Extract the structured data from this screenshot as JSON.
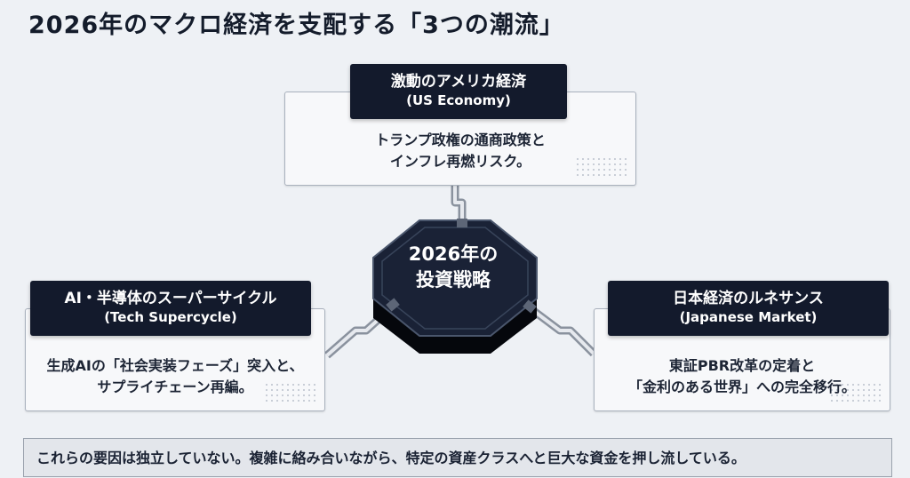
{
  "title": "2026年のマクロ経済を支配する「3つの潮流」",
  "hub": {
    "line1": "2026年の",
    "line2": "投資戦略"
  },
  "nodes": {
    "us": {
      "label_ja": "激動のアメリカ経済",
      "label_en": "(US Economy)",
      "line1": "トランプ政権の通商政策と",
      "line2": "インフレ再燃リスク。"
    },
    "tech": {
      "label_ja": "AI・半導体のスーパーサイクル",
      "label_en": "(Tech Supercycle)",
      "line1": "生成AIの「社会実装フェーズ」突入と、",
      "line2": "サプライチェーン再編。"
    },
    "japan": {
      "label_ja": "日本経済のルネサンス",
      "label_en": "(Japanese Market)",
      "line1": "東証PBR改革の定着と",
      "line2": "「金利のある世界」への完全移行。"
    }
  },
  "footer": "これらの要因は独立していない。複雑に絡み合いながら、特定の資産クラスへと巨大な資金を押し流している。"
}
